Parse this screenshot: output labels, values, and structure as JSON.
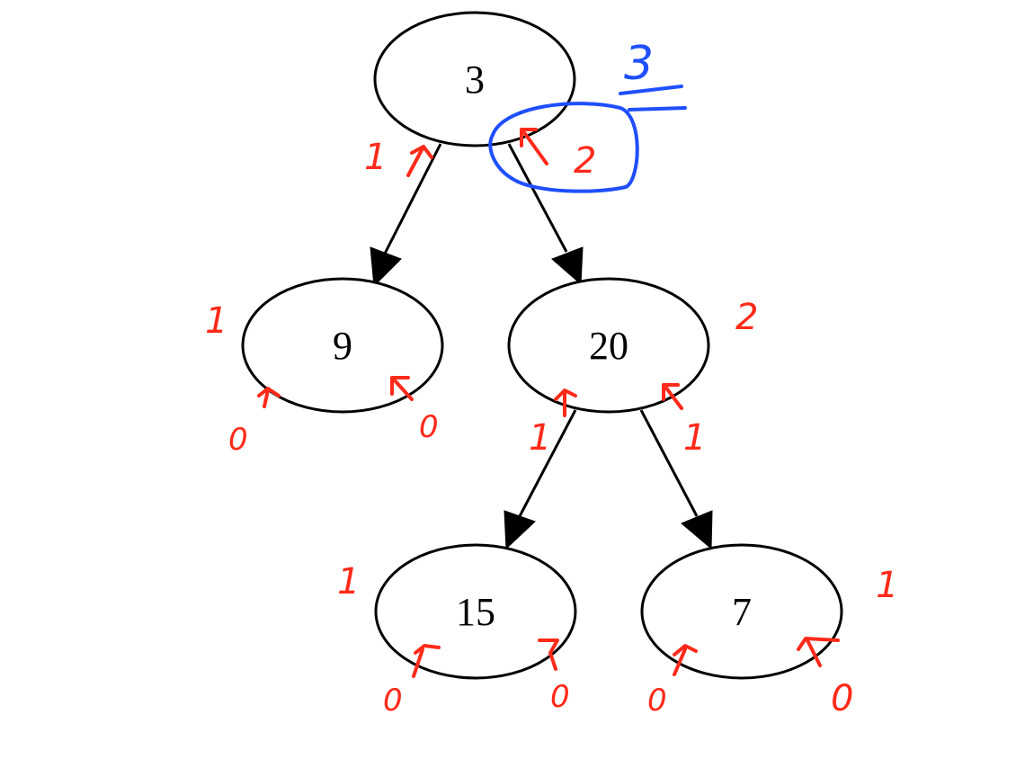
{
  "colors": {
    "ink": "#000000",
    "annotation_red": "#ff2a1a",
    "annotation_blue": "#1f4fff"
  },
  "tree": {
    "nodes": [
      {
        "id": "n3",
        "label": "3"
      },
      {
        "id": "n9",
        "label": "9"
      },
      {
        "id": "n20",
        "label": "20"
      },
      {
        "id": "n15",
        "label": "15"
      },
      {
        "id": "n7",
        "label": "7"
      }
    ],
    "edges": [
      {
        "from": "n3",
        "to": "n9"
      },
      {
        "from": "n3",
        "to": "n20"
      },
      {
        "from": "n20",
        "to": "n15"
      },
      {
        "from": "n20",
        "to": "n7"
      }
    ]
  },
  "annotations": {
    "root_depth": "3",
    "root_left_arrow": "1",
    "root_right_arrow": "2",
    "n9_depth": "1",
    "n9_left_null": "0",
    "n9_right_null": "0",
    "n20_depth": "2",
    "n20_left_arrow": "1",
    "n20_right_arrow": "1",
    "n15_depth": "1",
    "n15_left_null": "0",
    "n15_right_null": "0",
    "n7_depth": "1",
    "n7_left_null": "0",
    "n7_right_null": "0"
  }
}
